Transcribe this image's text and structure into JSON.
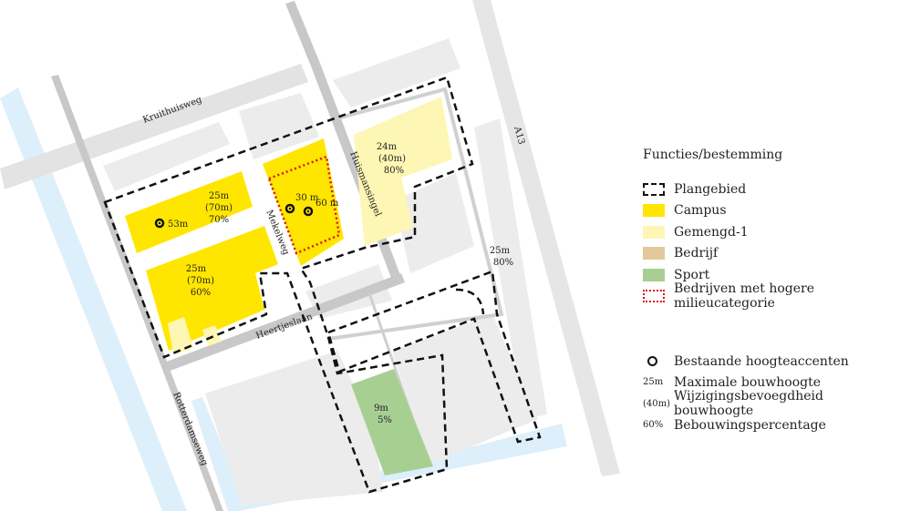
{
  "map": {
    "streets": {
      "kruithuisweg": "Kruithuisweg",
      "mekelweg": "Mekelweg",
      "huismansingel": "Huismansingel",
      "heertjeslaan": "Heertjeslaan",
      "rotterdamseweg": "Rotterdamseweg",
      "a13": "A13"
    },
    "plots": {
      "campus_top": {
        "height": "25m",
        "change_height": "(70m)",
        "coverage": "70%",
        "accent": "53m"
      },
      "campus_bottom": {
        "height": "25m",
        "change_height": "(70m)",
        "coverage": "60%"
      },
      "campus_center": {
        "accent_1": "30 m",
        "accent_2": "60 m"
      },
      "mixed_north": {
        "height": "24m",
        "change_height": "(40m)",
        "coverage": "80%"
      },
      "east": {
        "height": "25m",
        "coverage": "80%"
      },
      "sport": {
        "height": "9m",
        "coverage": "5%"
      }
    }
  },
  "legend": {
    "title": "Functies/bestemming",
    "items": [
      {
        "label": "Plangebied",
        "type": "dashed-outline"
      },
      {
        "label": "Campus",
        "color": "#ffe600"
      },
      {
        "label": "Gemengd-1",
        "color": "#fdf6b4"
      },
      {
        "label": "Bedrijf",
        "color": "#e2c89a"
      },
      {
        "label": "Sport",
        "color": "#a8cf92"
      },
      {
        "label": "Bedrijven met hogere milieucategorie",
        "type": "red-dotted-outline"
      }
    ]
  },
  "symbols": {
    "items": [
      {
        "symbol": "",
        "label": "Bestaande hoogteaccenten",
        "icon": "ring-dot-icon"
      },
      {
        "symbol": "25m",
        "label": "Maximale bouwhoogte"
      },
      {
        "symbol": "(40m)",
        "label": "Wijzigingsbevoegdheid bouwhoogte"
      },
      {
        "symbol": "60%",
        "label": "Bebouwingspercentage"
      }
    ]
  },
  "colors": {
    "campus": "#ffe600",
    "mixed": "#fdf6b4",
    "business": "#e2c89a",
    "sport": "#a8cf92",
    "water": "#ddeffa",
    "block": "#ececec",
    "road": "#c8c8c8",
    "plan_outline": "#111111",
    "red_outline": "#d8131b"
  }
}
